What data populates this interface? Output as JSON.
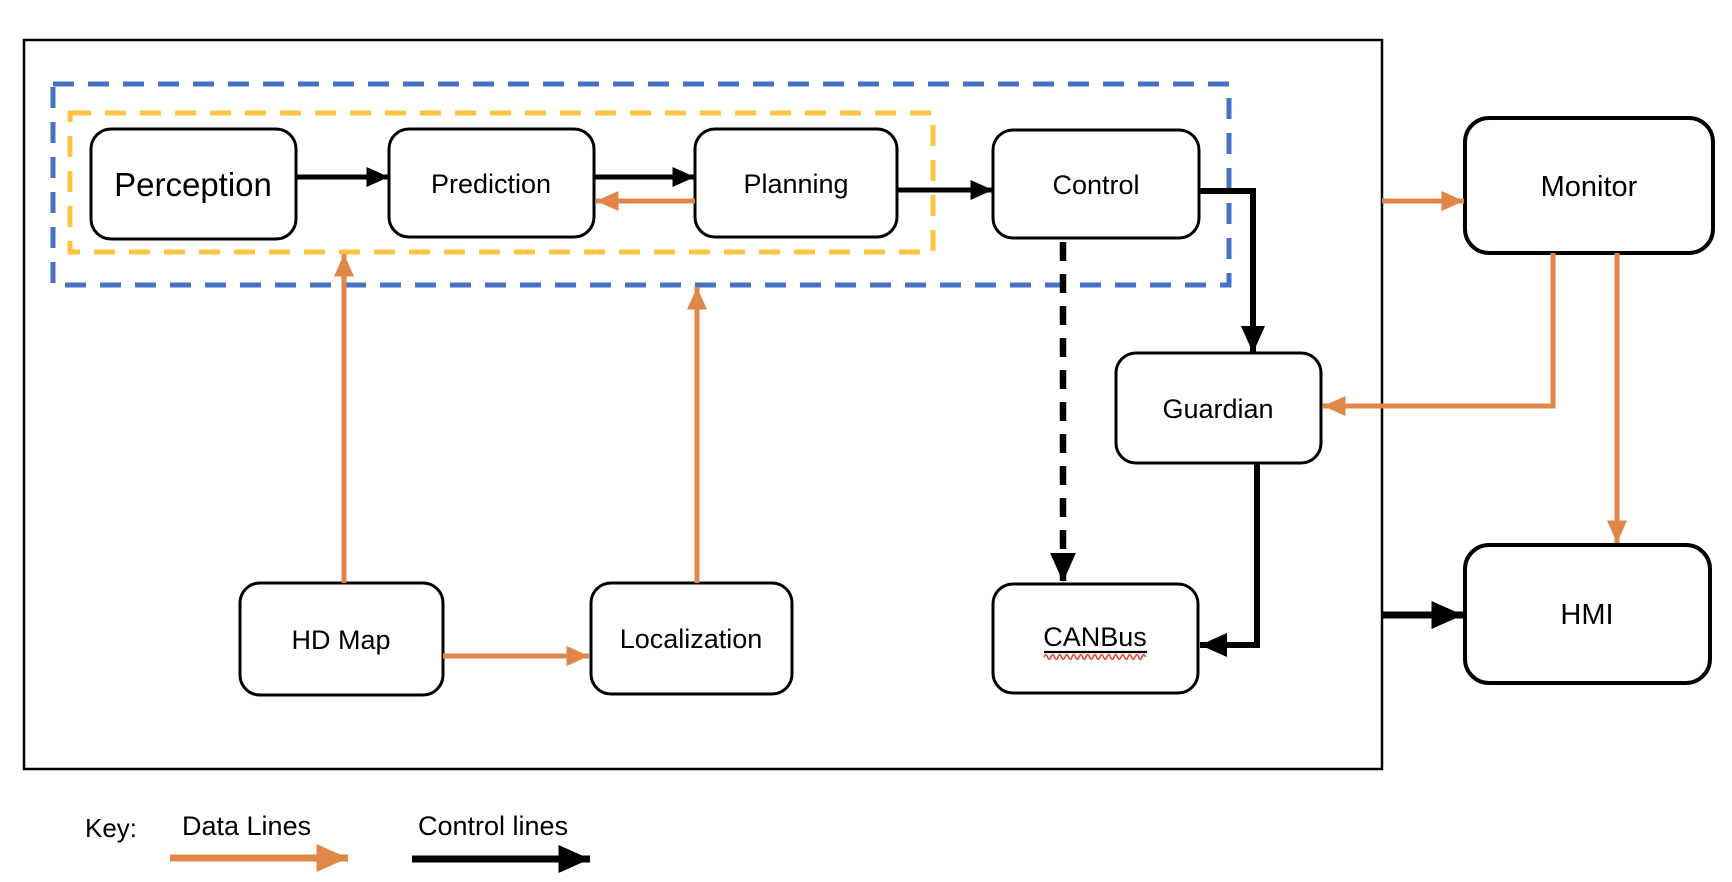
{
  "colors": {
    "canvas_bg": "#FFFFFF",
    "node_fill": "#FFFFFF",
    "node_border": "#000000",
    "text": "#000000",
    "control_line": "#000000",
    "data_line": "#DF8648",
    "adc_group_outline": "#4472C4",
    "planning_group_outline": "#FFC342",
    "spellcheck_squiggle": "#E5432E"
  },
  "nodes": {
    "perception": {
      "label": "Perception"
    },
    "prediction": {
      "label": "Prediction"
    },
    "planning": {
      "label": "Planning"
    },
    "control": {
      "label": "Control"
    },
    "monitor": {
      "label": "Monitor"
    },
    "guardian": {
      "label": "Guardian"
    },
    "canbus": {
      "label": "CANBus"
    },
    "hd_map": {
      "label": "HD Map"
    },
    "localization": {
      "label": "Localization"
    },
    "hmi": {
      "label": "HMI"
    }
  },
  "key": {
    "title": "Key:",
    "data_lines_label": "Data Lines",
    "control_lines_label": "Control lines"
  }
}
